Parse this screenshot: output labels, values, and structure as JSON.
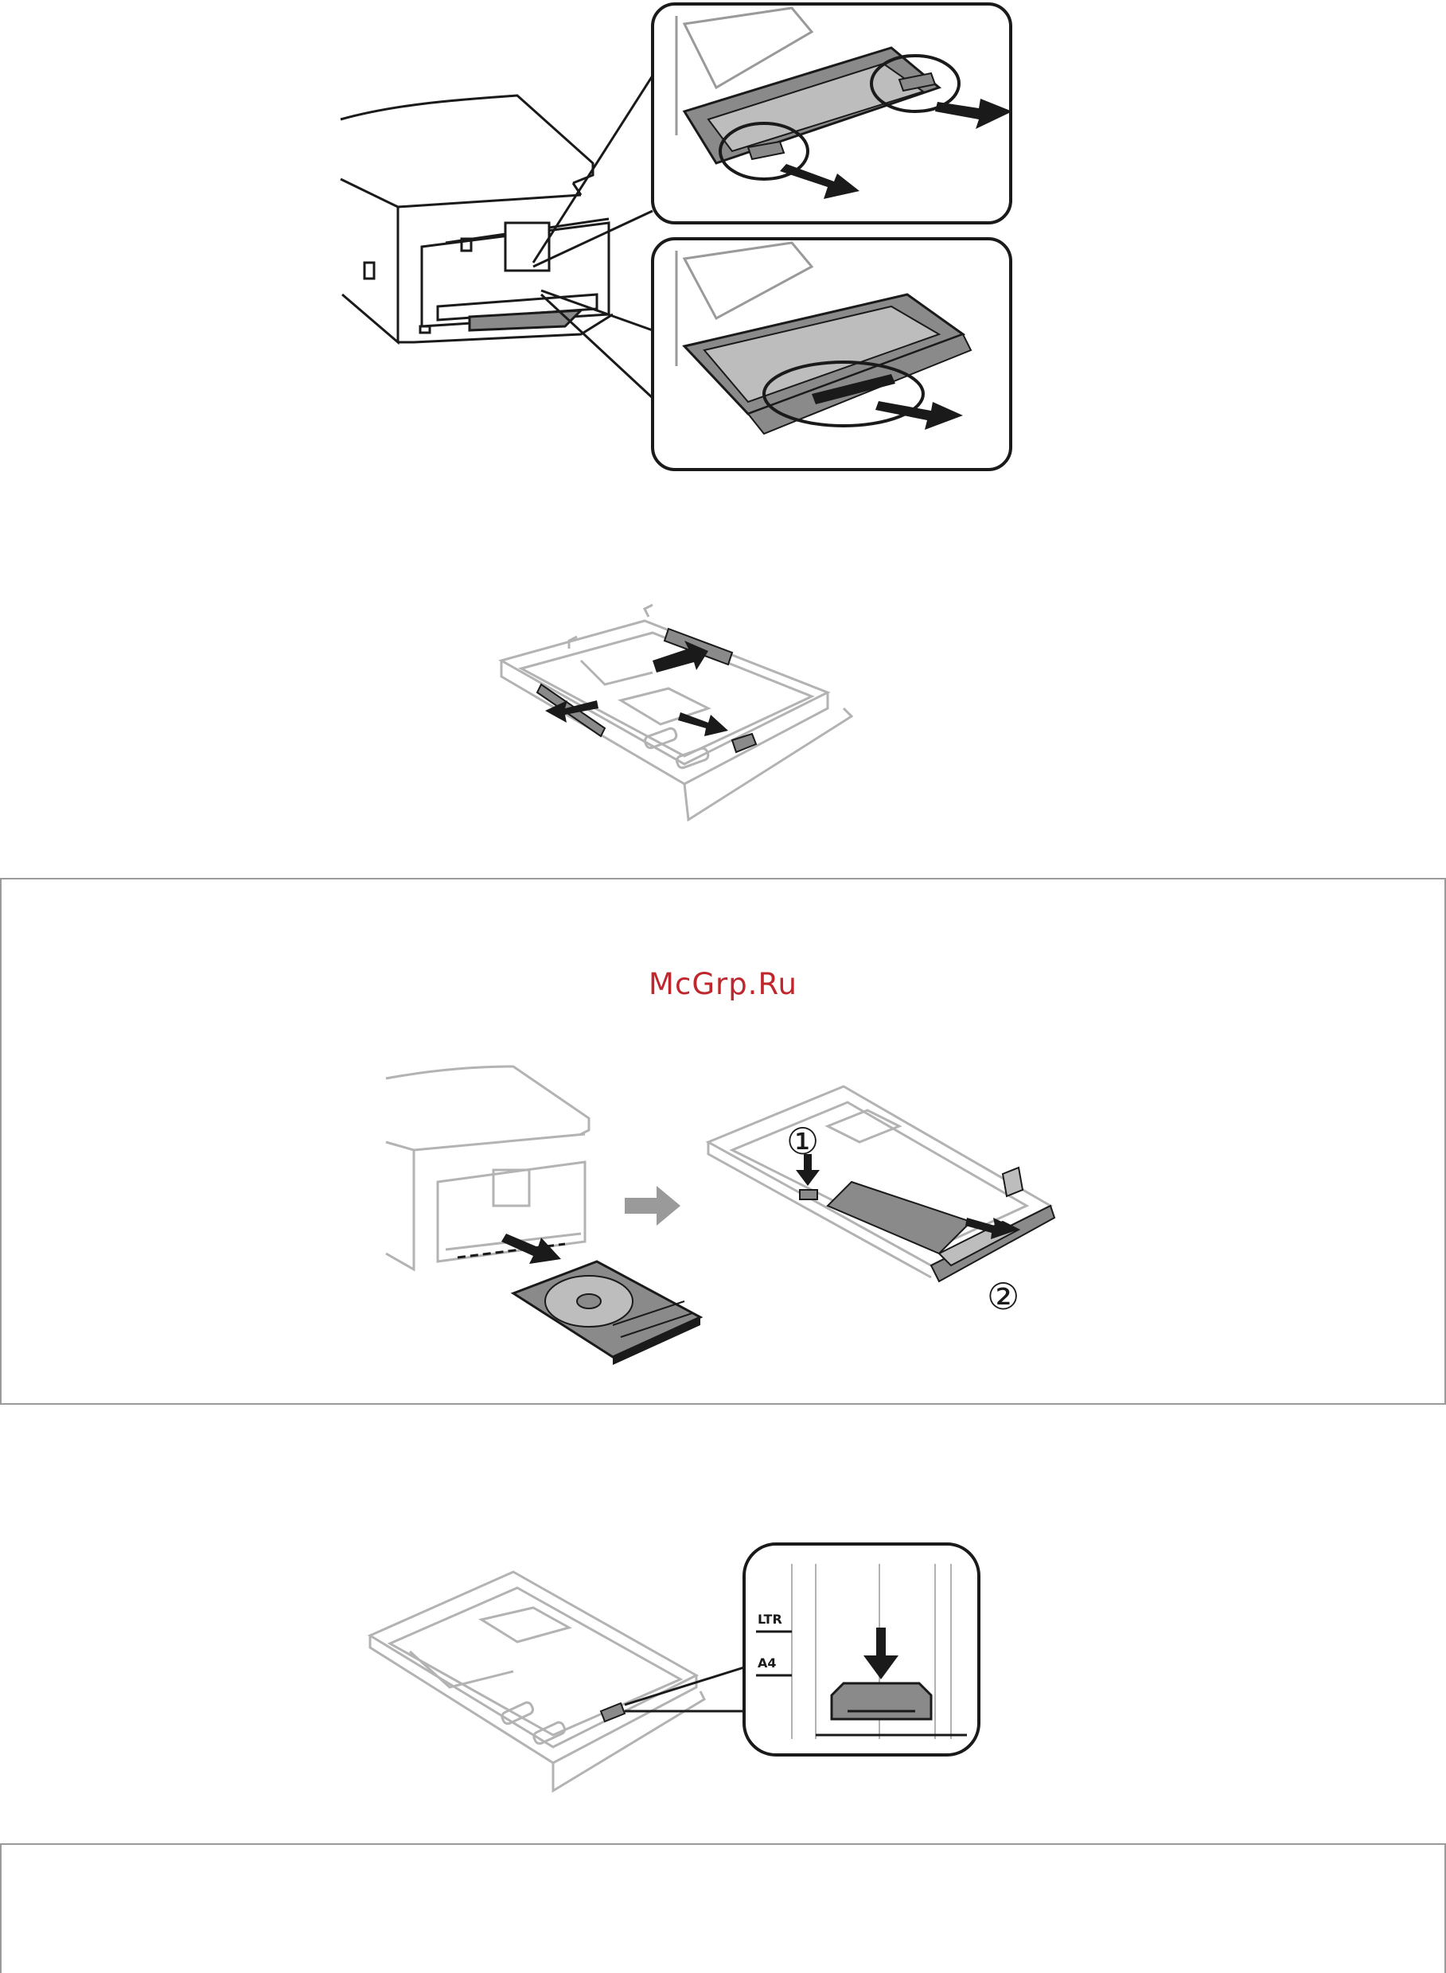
{
  "watermark": {
    "text": "McGrp.Ru",
    "color": "#c0272d"
  },
  "figures": {
    "tray_scale": {
      "label_ltr": "LTR",
      "label_a4": "A4"
    },
    "cd_tray_step": {
      "step_one": "①",
      "step_two": "②"
    }
  },
  "colors": {
    "line_dark": "#1a1a1a",
    "line_light": "#b3b3b3",
    "fill_dark": "#8a8a8a",
    "fill_mid": "#bdbdbd",
    "box_border": "#9a9a9a"
  }
}
